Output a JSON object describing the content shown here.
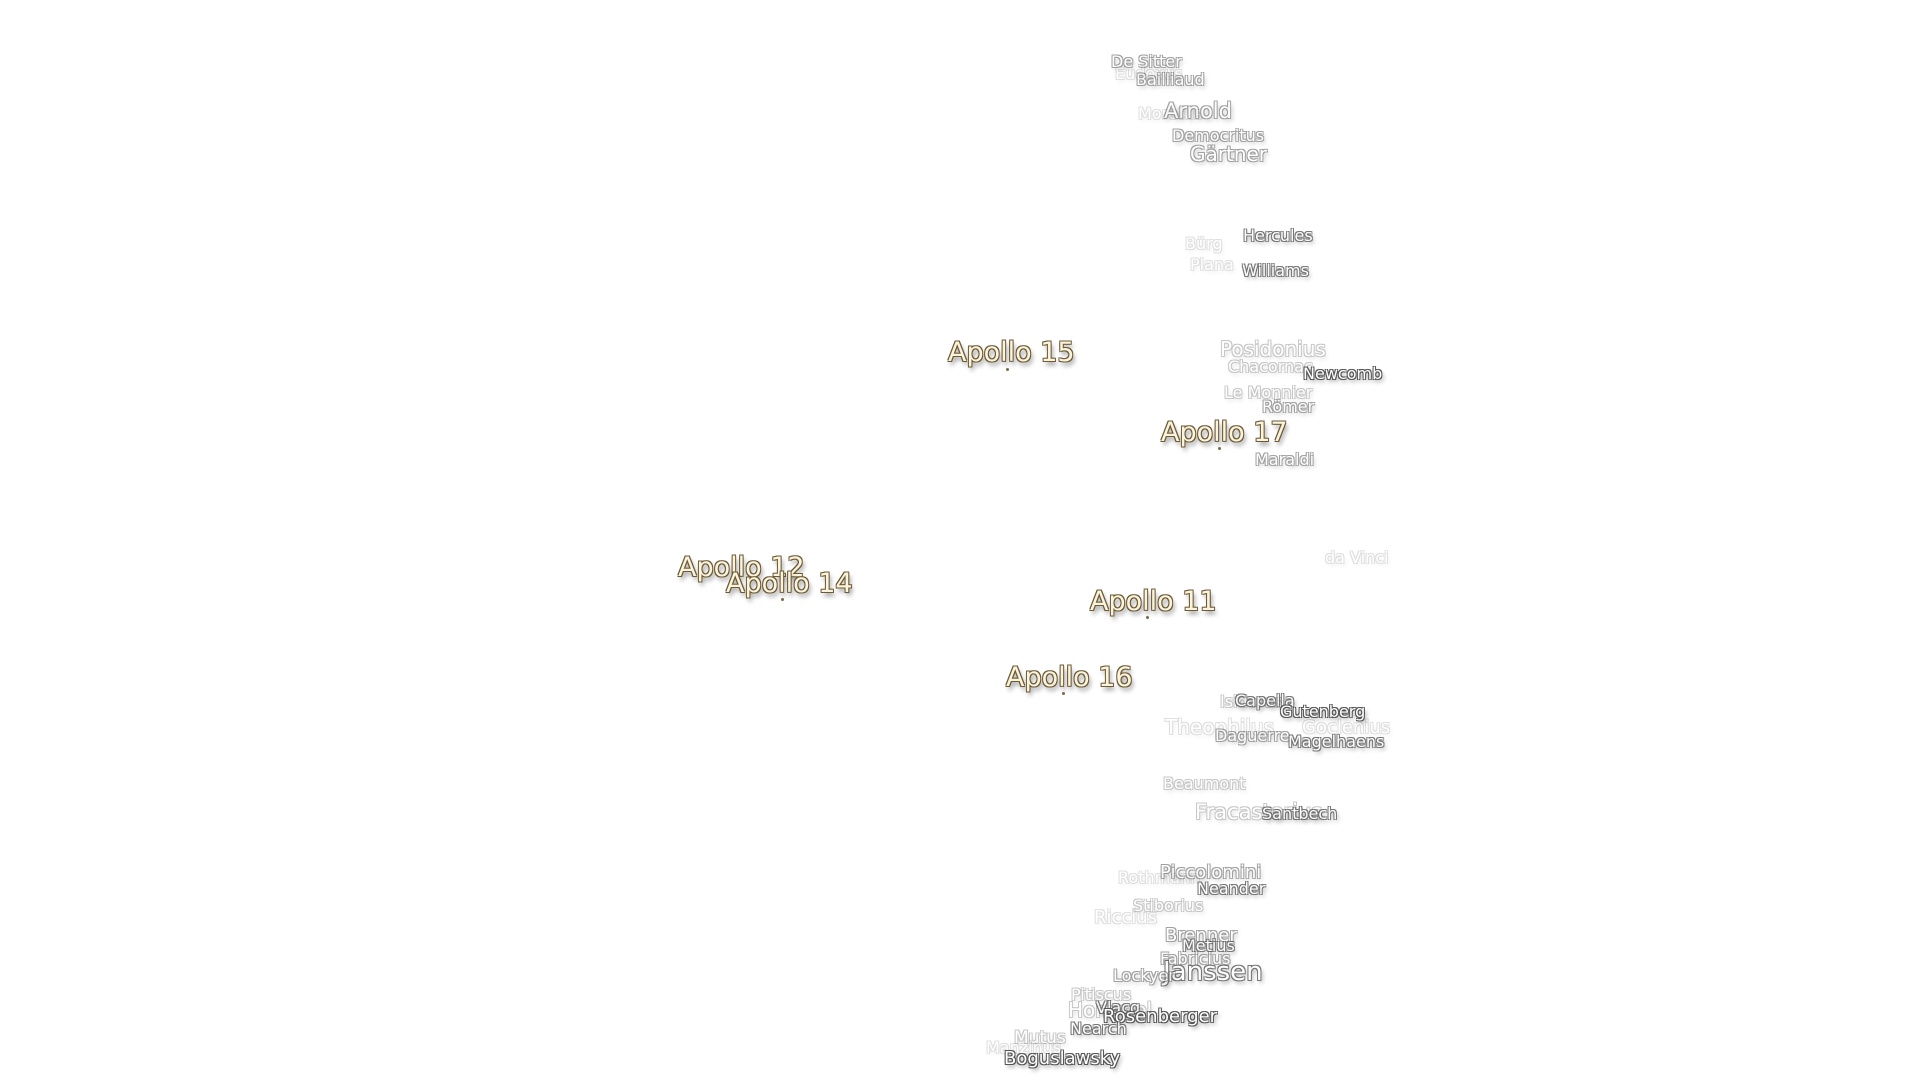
{
  "map": {
    "apollo_sites": [
      {
        "name": "Apollo 15"
      },
      {
        "name": "Apollo 17"
      },
      {
        "name": "Apollo 12"
      },
      {
        "name": "Apollo 14"
      },
      {
        "name": "Apollo 11"
      },
      {
        "name": "Apollo 16"
      }
    ],
    "craters": [
      "De Sitter",
      "Eudoxus",
      "Bailliaud",
      "Moretus",
      "Arnold",
      "Democritus",
      "Gärtner",
      "Bürg",
      "Hercules",
      "Plana",
      "Williams",
      "Posidonius",
      "Chacornac",
      "Newcomb",
      "Le Monnier",
      "Römer",
      "Maraldi",
      "da Vinci",
      "Isidorus",
      "Capella",
      "Gutenberg",
      "Theophilus",
      "Goclenius",
      "Daguerre",
      "Magelhaens",
      "Beaumont",
      "Fracastorius",
      "Santbech",
      "Rothmann",
      "Piccolomini",
      "Neander",
      "Stiborius",
      "Riccius",
      "Brenner",
      "Metius",
      "Fabricius",
      "Janssen",
      "Lockyer",
      "Pitiscus",
      "Hommel",
      "Vlacq",
      "Rosenberger",
      "Nearch",
      "Mutus",
      "Manzinus",
      "Boguslawsky"
    ]
  }
}
